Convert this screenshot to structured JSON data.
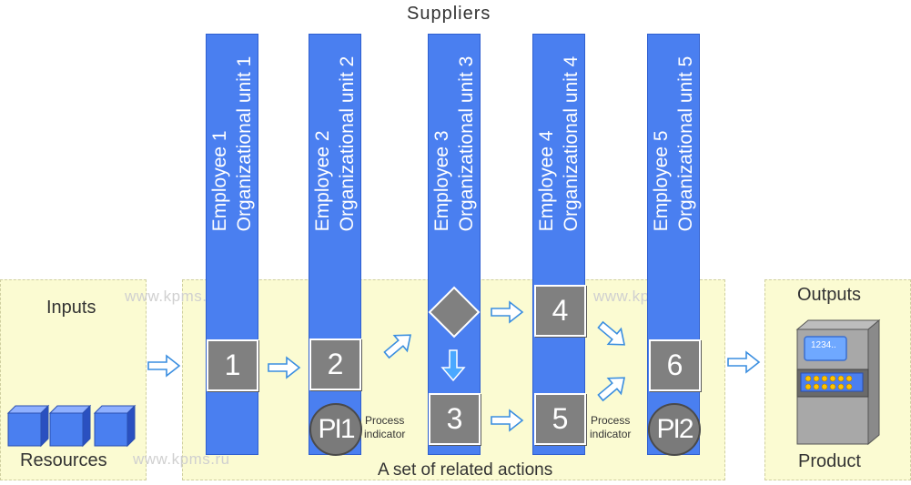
{
  "title": "Suppliers",
  "inputs": {
    "label": "Inputs",
    "resources_label": "Resources"
  },
  "outputs": {
    "label": "Outputs",
    "product_label": "Product",
    "screen_text": "1234.."
  },
  "actions_label": "A set of related actions",
  "watermark": "www.kpms.ru",
  "lanes": [
    {
      "line1": "Employee 1",
      "line2": "Organizational unit 1"
    },
    {
      "line1": "Employee 2",
      "line2": "Organizational unit 2"
    },
    {
      "line1": "Employee 3",
      "line2": "Organizational unit 3"
    },
    {
      "line1": "Employee 4",
      "line2": "Organizational unit 4"
    },
    {
      "line1": "Employee 5",
      "line2": "Organizational unit 5"
    }
  ],
  "steps": [
    "1",
    "2",
    "3",
    "4",
    "5",
    "6"
  ],
  "indicators": [
    {
      "label": "PI1",
      "caption_line1": "Process",
      "caption_line2": "indicator"
    },
    {
      "label": "PI2",
      "caption_line1": "Process",
      "caption_line2": "indicator"
    }
  ],
  "colors": {
    "lane": "#4a7ff0",
    "zone": "#fbfbd2",
    "step": "#808080",
    "arrow": "#3a8ee0"
  }
}
